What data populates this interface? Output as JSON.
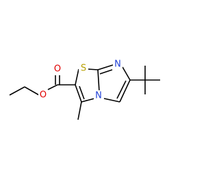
{
  "structure": {
    "atoms": {
      "sulfur": {
        "symbol": "S",
        "color": "#b8a000"
      },
      "n_imine": {
        "symbol": "N",
        "color": "#1f3fd6"
      },
      "n_bridge": {
        "symbol": "N",
        "color": "#1f3fd6"
      },
      "o_carbonyl": {
        "symbol": "O",
        "color": "#e00000"
      },
      "o_ester": {
        "symbol": "O",
        "color": "#e00000"
      }
    },
    "bond_color": "#000000"
  }
}
